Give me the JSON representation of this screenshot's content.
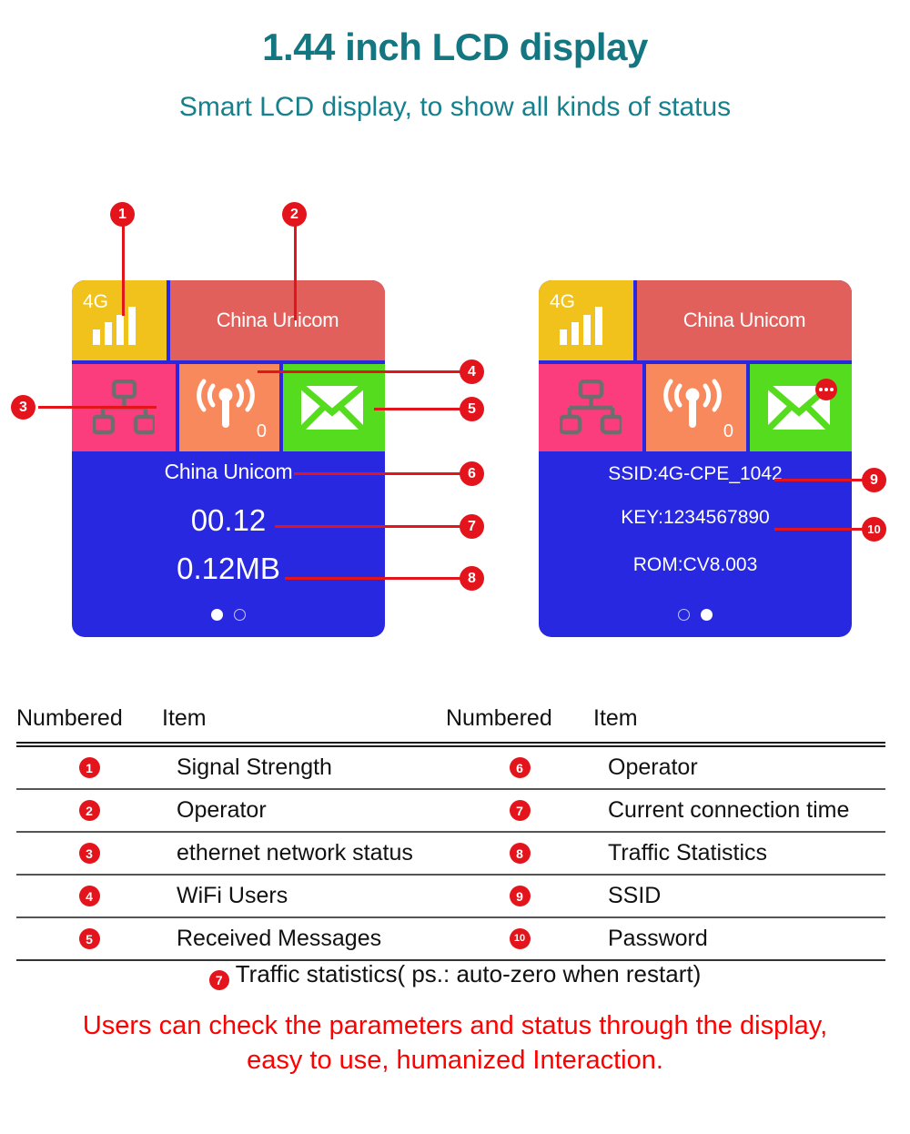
{
  "header": {
    "title": "1.44 inch LCD display",
    "subtitle": "Smart LCD display, to show all kinds of status",
    "title_color": "#137681"
  },
  "screens": [
    {
      "name": "status-screen",
      "network_type": "4G",
      "signal_bars": 4,
      "operator_tile": "China Unicom",
      "wifi_users": "0",
      "has_message_badge": false,
      "lines": [
        {
          "key": "operator",
          "text": "China Unicom"
        },
        {
          "key": "connection_time",
          "text": "00.12"
        },
        {
          "key": "traffic",
          "text": "0.12MB"
        }
      ],
      "page_dots": {
        "count": 2,
        "active": 0
      }
    },
    {
      "name": "info-screen",
      "network_type": "4G",
      "signal_bars": 4,
      "operator_tile": "China Unicom",
      "wifi_users": "0",
      "has_message_badge": true,
      "lines": [
        {
          "key": "ssid",
          "text": "SSID:4G-CPE_1042"
        },
        {
          "key": "key",
          "text": "KEY:1234567890"
        },
        {
          "key": "rom",
          "text": "ROM:CV8.003"
        }
      ],
      "page_dots": {
        "count": 2,
        "active": 1
      }
    }
  ],
  "callouts": [
    {
      "n": "1",
      "target": "signal-strength"
    },
    {
      "n": "2",
      "target": "operator-tile"
    },
    {
      "n": "3",
      "target": "ethernet-status"
    },
    {
      "n": "4",
      "target": "wifi-users"
    },
    {
      "n": "5",
      "target": "received-messages"
    },
    {
      "n": "6",
      "target": "operator-line"
    },
    {
      "n": "7",
      "target": "connection-time"
    },
    {
      "n": "8",
      "target": "traffic-statistics"
    },
    {
      "n": "9",
      "target": "ssid-line"
    },
    {
      "n": "10",
      "target": "password-line"
    }
  ],
  "legend": {
    "headers": {
      "numbered_left": "Numbered",
      "item_left": "Item",
      "numbered_right": "Numbered",
      "item_right": "Item"
    },
    "rows": [
      {
        "n_left": "1",
        "item_left": "Signal Strength",
        "n_right": "6",
        "item_right": "Operator"
      },
      {
        "n_left": "2",
        "item_left": "Operator",
        "n_right": "7",
        "item_right": "Current connection time"
      },
      {
        "n_left": "3",
        "item_left": "ethernet network status",
        "n_right": "8",
        "item_right": "Traffic Statistics"
      },
      {
        "n_left": "4",
        "item_left": "WiFi Users",
        "n_right": "9",
        "item_right": "SSID"
      },
      {
        "n_left": "5",
        "item_left": "Received Messages",
        "n_right": "10",
        "item_right": "Password"
      }
    ]
  },
  "footer": {
    "note_badge": "7",
    "note_text": "Traffic statistics( ps.: auto-zero when restart)",
    "outro_line1": "Users can check the parameters and status through the display,",
    "outro_line2": "easy to use, humanized Interaction.",
    "outro_color": "#FF0000"
  },
  "colors": {
    "screen_bg": "#2828e0",
    "tile_signal": "#F2C21C",
    "tile_operator": "#E2605C",
    "tile_ethernet": "#FB3D7E",
    "tile_wifi": "#F8895C",
    "tile_mail": "#55DC1E",
    "callout_red": "#E3141B",
    "heading_teal": "#137681"
  }
}
